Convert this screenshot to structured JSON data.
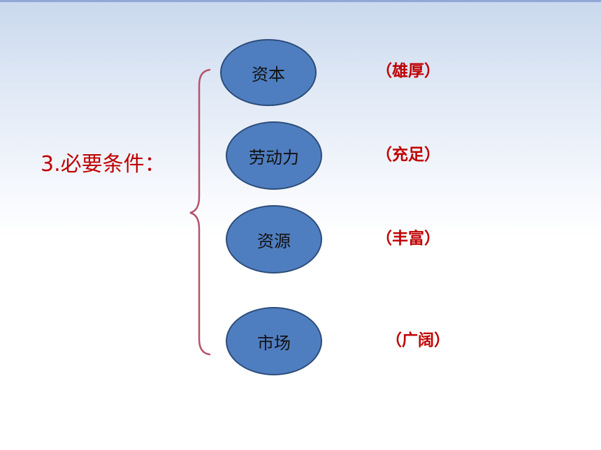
{
  "heading": "3.必要条件：",
  "conditions": [
    {
      "label": "资本",
      "note": "（雄厚）"
    },
    {
      "label": "劳动力",
      "note": "（充足）"
    },
    {
      "label": "资源",
      "note": "（丰富）"
    },
    {
      "label": "市场",
      "note": "（广阔）"
    }
  ],
  "colors": {
    "heading": "#c00000",
    "node_fill": "#4f7ec0",
    "node_border": "#2c4d7a",
    "brace": "#b5546a",
    "note": "#c00000"
  }
}
